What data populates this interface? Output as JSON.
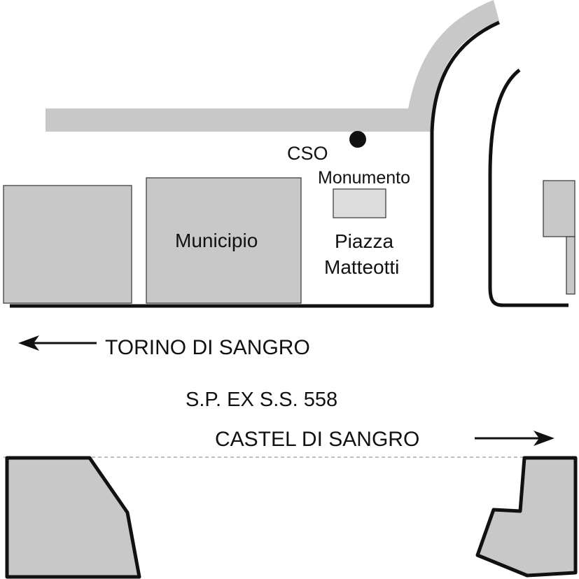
{
  "labels": {
    "cso": "CSO",
    "monumento": "Monumento",
    "municipio": "Municipio",
    "piazza_line1": "Piazza",
    "piazza_line2": "Matteotti",
    "direction_west": "TORINO DI SANGRO",
    "road_name": "S.P. EX S.S. 558",
    "direction_east": "CASTEL DI SANGRO"
  },
  "colors": {
    "building_fill": "#c8c8c8",
    "monument_fill": "#dcdcdc",
    "road_fill": "#c8c8c8",
    "line": "#111111",
    "background": "#ffffff"
  },
  "icons": {
    "cso_marker": "filled-circle",
    "west_arrow": "arrow-left",
    "east_arrow": "arrow-right"
  }
}
